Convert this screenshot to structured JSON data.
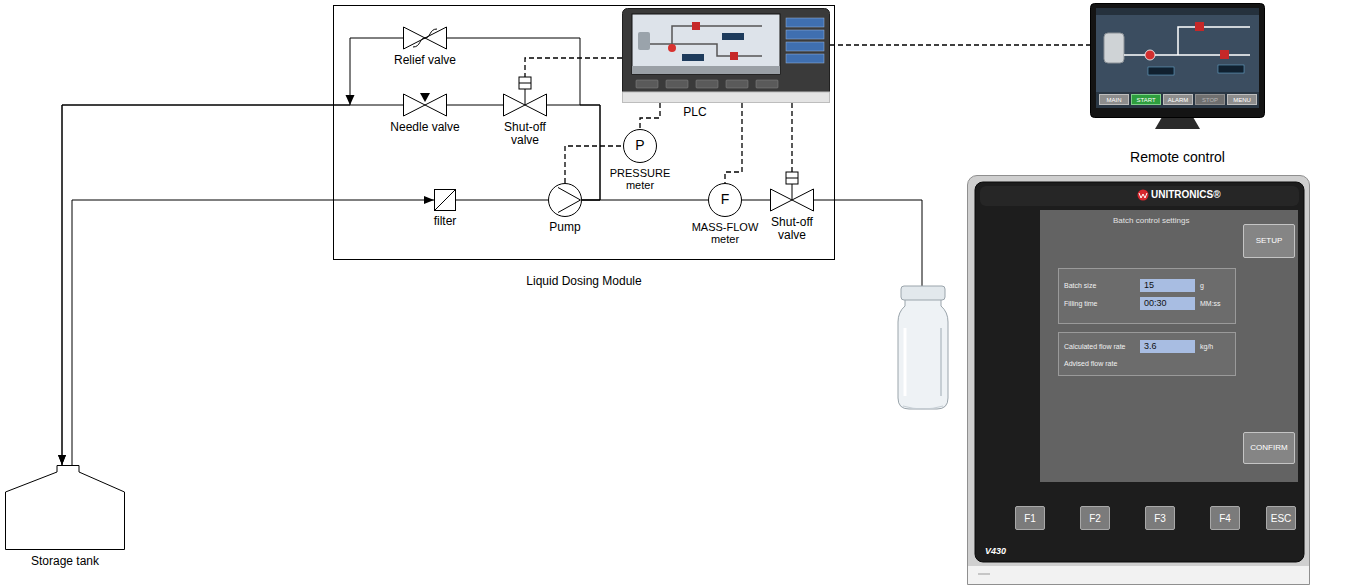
{
  "diagram": {
    "nodes": [
      {
        "text": [
          "Liquid Dosing Module"
        ]
      },
      {
        "text": [
          "Relief valve"
        ],
        "in": 0
      },
      {
        "text": [
          "Needle valve"
        ],
        "in": 0
      },
      {
        "text": [
          "Shut-off valve"
        ],
        "in": 0
      },
      {
        "text": [
          "PLC"
        ],
        "in": 0
      },
      {
        "text": [
          "filter"
        ],
        "in": 0
      },
      {
        "text": [
          "Pump"
        ],
        "in": 0
      },
      {
        "text": [
          "P",
          "PRESSURE meter"
        ],
        "in": 0
      },
      {
        "text": [
          "F",
          "MASS-FLOW meter"
        ],
        "in": 0
      },
      {
        "text": [
          "Shut-off valve"
        ],
        "in": 0
      },
      {
        "text": [
          "Storage tank"
        ]
      },
      {
        "text": [
          "Remote control"
        ]
      },
      {
        "text": [
          "MAIN"
        ],
        "in": 11
      },
      {
        "text": [
          "START"
        ],
        "in": 11
      },
      {
        "text": [
          "ALARM"
        ],
        "in": 11
      },
      {
        "text": [
          "STOP"
        ],
        "in": 11
      },
      {
        "text": [
          "MENU"
        ],
        "in": 11
      },
      {
        "text": [
          "UNITRONICS®",
          "V430"
        ]
      },
      {
        "text": [
          "Batch control settings"
        ],
        "in": 17
      },
      {
        "text": [
          "SETUP"
        ],
        "in": 18
      },
      {
        "text": [
          "Batch size",
          "g",
          "Filling time",
          "MM:ss"
        ],
        "in": 18
      },
      {
        "text": [
          "15"
        ],
        "in": 20
      },
      {
        "text": [
          "00:30"
        ],
        "in": 20
      },
      {
        "text": [
          "Calculated flow rate",
          "kg/h",
          "Advised flow rate"
        ],
        "in": 18
      },
      {
        "text": [
          "3.6"
        ],
        "in": 23
      },
      {
        "text": [
          "CONFIRM"
        ],
        "in": 18
      },
      {
        "text": [
          "F1"
        ],
        "in": 17
      },
      {
        "text": [
          "F2"
        ],
        "in": 17
      },
      {
        "text": [
          "F3"
        ],
        "in": 17
      },
      {
        "text": [
          "F4"
        ],
        "in": 17
      },
      {
        "text": [
          "ESC"
        ],
        "in": 17
      }
    ],
    "edges": [
      {
        "from": 10,
        "to": 5,
        "arrow": "to"
      },
      {
        "from": 5,
        "to": 6,
        "arrow": "none"
      },
      {
        "from": 6,
        "to": 8,
        "arrow": "none"
      },
      {
        "from": 8,
        "to": 9,
        "arrow": "none"
      },
      {
        "from": 6,
        "to": 3,
        "arrow": "none"
      },
      {
        "from": 3,
        "to": 2,
        "arrow": "none"
      },
      {
        "from": 2,
        "to": 10,
        "arrow": "to"
      },
      {
        "from": 6,
        "to": 1,
        "arrow": "none"
      },
      {
        "from": 1,
        "to": 10,
        "arrow": "to"
      },
      {
        "from": 4,
        "to": 3,
        "arrow": "none"
      },
      {
        "from": 4,
        "to": 7,
        "arrow": "none"
      },
      {
        "from": 6,
        "to": 7,
        "arrow": "none"
      },
      {
        "from": 4,
        "to": 8,
        "arrow": "none"
      },
      {
        "from": 4,
        "to": 9,
        "arrow": "none"
      },
      {
        "from": 4,
        "to": 11,
        "arrow": "none"
      }
    ]
  }
}
